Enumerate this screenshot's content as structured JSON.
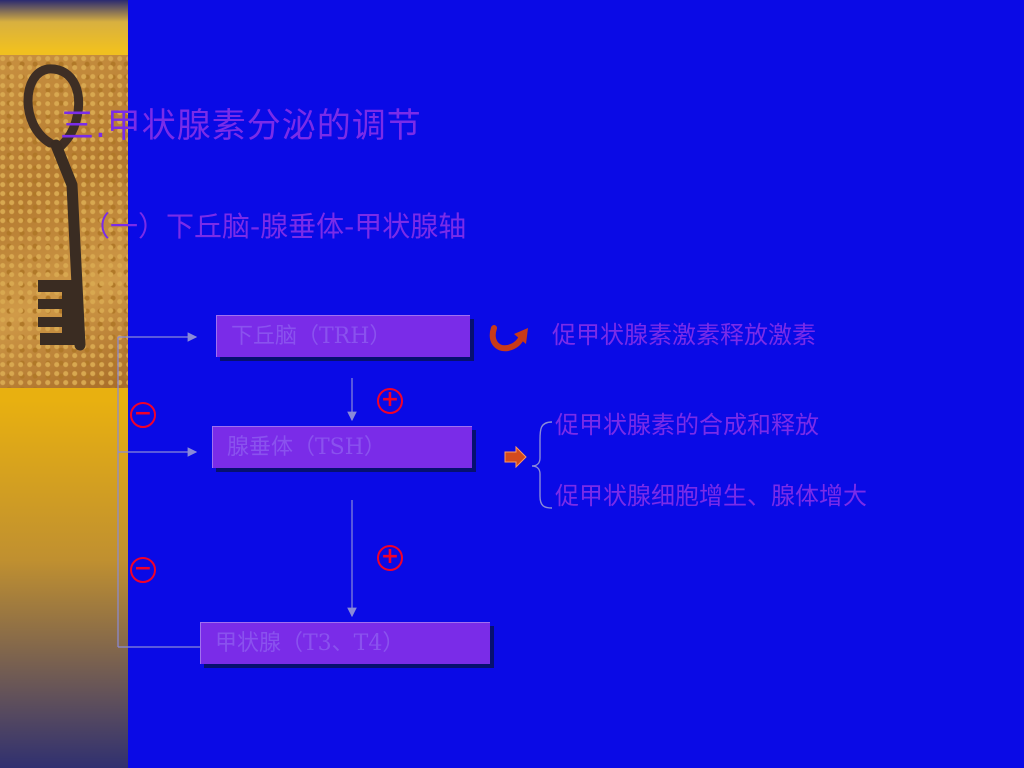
{
  "title": "三.甲状腺素分泌的调节",
  "subtitle": "（一）下丘脑-腺垂体-甲状腺轴",
  "boxes": {
    "hypothalamus": "下丘脑（TRH）",
    "pituitary": "腺垂体（TSH）",
    "thyroid": "甲状腺（T3、T4）"
  },
  "effects": {
    "trh": "促甲状腺素激素释放激素",
    "tsh_1": "促甲状腺素的合成和释放",
    "tsh_2": "促甲状腺细胞增生、腺体增大"
  },
  "signs": {
    "plus": "+",
    "minus": "−"
  },
  "colors": {
    "background": "#0a0ae6",
    "text": "#7a2ce8",
    "box": "#7a2ce8",
    "sign": "#f2002a",
    "arrow": "#c83a1a"
  }
}
